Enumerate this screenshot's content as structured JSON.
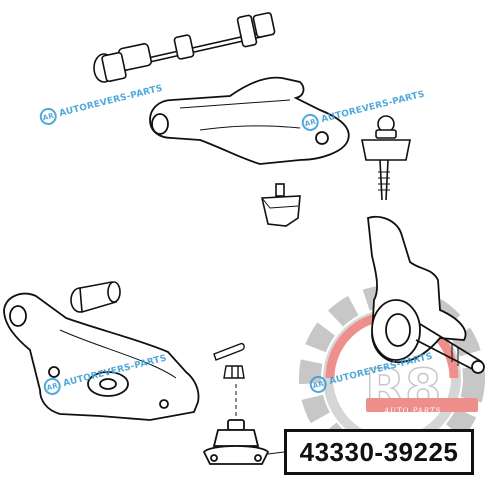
{
  "watermark": {
    "text": "AUTOREVERS-PARTS",
    "badge": "AR",
    "color": "#3f9fd6"
  },
  "logo": {
    "mark": "R8",
    "subtitle": "AUTO PARTS",
    "accent": "#e3342f",
    "gear_color": "#8a8a8a"
  },
  "part_number": "43330-39225"
}
